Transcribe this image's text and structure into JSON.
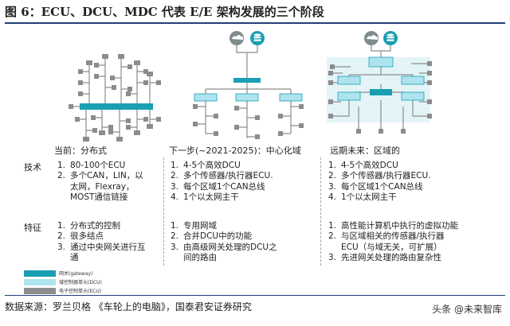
{
  "figure_title": "图 6：ECU、DCU、MDC 代表 E/E 架构发展的三个阶段",
  "stages": [
    {
      "label": "当前：分布式",
      "tech": [
        {
          "n": "1.",
          "t": "80-100个ECU"
        },
        {
          "n": "2.",
          "t": "多个CAN，LIN，以\n太网，Flexray，\nMOST通信链接"
        }
      ],
      "features": [
        {
          "n": "1.",
          "t": "分布式的控制"
        },
        {
          "n": "2.",
          "t": "很多结点"
        },
        {
          "n": "3.",
          "t": "通过中央网关进行互\n通"
        }
      ]
    },
    {
      "label": "下一步(~2021-2025)：中心化域",
      "tech": [
        {
          "n": "1.",
          "t": "4-5个高效DCU"
        },
        {
          "n": "2.",
          "t": "多个传感器/执行器ECU."
        },
        {
          "n": "3.",
          "t": "每个区域1个CAN总线"
        },
        {
          "n": "4.",
          "t": "1个以太网主干"
        }
      ],
      "features": [
        {
          "n": "1.",
          "t": "专用网域"
        },
        {
          "n": "2.",
          "t": "合并DCU中的功能"
        },
        {
          "n": "3.",
          "t": "由高级网关处理的DCU之\n间的路由"
        }
      ]
    },
    {
      "label": "远期未来：区域的",
      "tech": [
        {
          "n": "1.",
          "t": "4-5个高效DCU"
        },
        {
          "n": "2.",
          "t": "多个传感器/执行器ECU."
        },
        {
          "n": "3.",
          "t": "每个区域1个CAN总线"
        },
        {
          "n": "4.",
          "t": "1个以太网主干"
        }
      ],
      "features": [
        {
          "n": "1.",
          "t": "高性能计算机中执行的虚拟功能"
        },
        {
          "n": "2.",
          "t": "与区域相关的传感器/执行器\nECU（与域无关，可扩展）"
        },
        {
          "n": "3.",
          "t": "先进网关处理的路由复杂性"
        }
      ]
    }
  ],
  "row_labels": {
    "tech": "技术",
    "features": "特征"
  },
  "legend": [
    {
      "label": "网关(gateway)",
      "color": "#1a9fb2"
    },
    {
      "label": "域控制器单元(DCU)",
      "color": "#aee3ef"
    },
    {
      "label": "电子控制单元(ECU)",
      "color": "#8c8c8c"
    }
  ],
  "colors": {
    "gateway": "#1a9fb2",
    "dcu": "#aee3ef",
    "ecu": "#8c8c8c",
    "cloud": "#7f8c8d",
    "db": "#1a9fb2",
    "stage3_bg": "#e3f4f7"
  },
  "icons": [
    "cloud-icon",
    "database-icon"
  ],
  "source": "数据来源：罗兰贝格 《车轮上的电脑》，国泰君安证券研究",
  "watermark": "头条 @未来智库"
}
